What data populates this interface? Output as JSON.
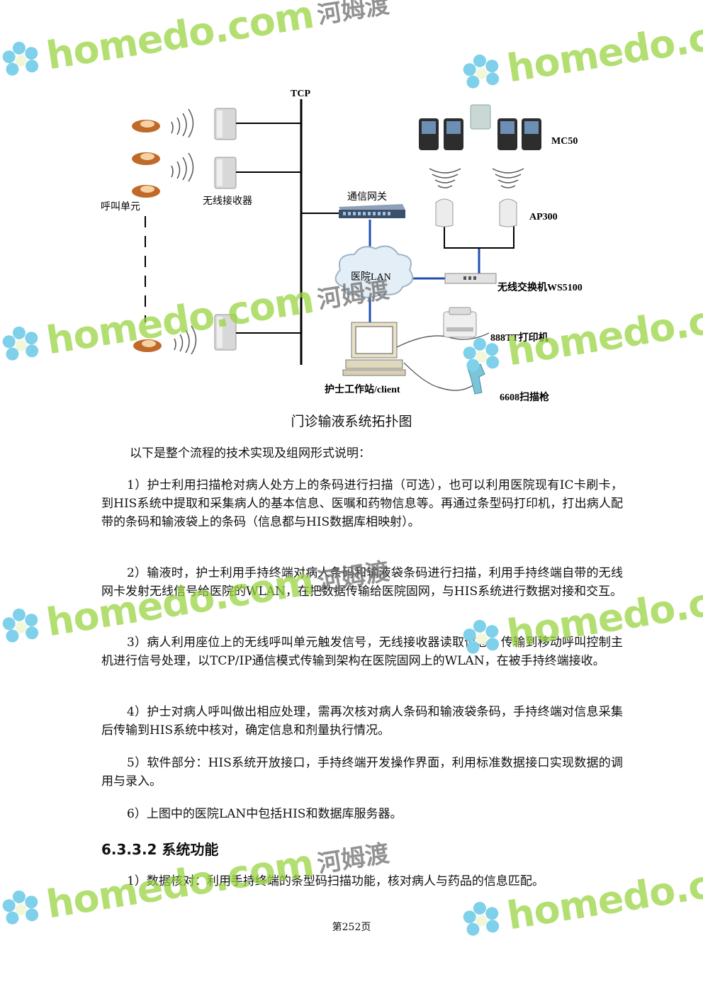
{
  "diagram": {
    "tcp": "TCP",
    "call_unit": "呼叫单元",
    "receiver": "无线接收器",
    "gateway": "通信网关",
    "lan": "医院LAN",
    "mc50": "MC50",
    "ap300": "AP300",
    "switch": "无线交换机WS5100",
    "printer": "888TT打印机",
    "scanner": "6608扫描枪",
    "workstation": "护士工作站/client"
  },
  "caption": "门诊输液系统拓扑图",
  "paragraphs": [
    "以下是整个流程的技术实现及组网形式说明：",
    "1）护士利用扫描枪对病人处方上的条码进行扫描（可选），也可以利用医院现有IC卡刷卡，到HIS系统中提取和采集病人的基本信息、医嘱和药物信息等。再通过条型码打印机，打出病人配带的条码和输液袋上的条码（信息都与HIS数据库相映射）。",
    "2）输液时，护士利用手持终端对病人条码和输液袋条码进行扫描，利用手持终端自带的无线网卡发射无线信号给医院的WLAN，在把数据传输给医院固网，与HIS系统进行数据对接和交互。",
    "3）病人利用座位上的无线呼叫单元触发信号，无线接收器读取信息，传输到移动呼叫控制主机进行信号处理，以TCP/IP通信模式传输到架构在医院固网上的WLAN，在被手持终端接收。",
    "4）护士对病人呼叫做出相应处理，需再次核对病人条码和输液袋条码，手持终端对信息采集后传输到HIS系统中核对，确定信息和剂量执行情况。",
    "5）软件部分：HIS系统开放接口，手持终端开发操作界面，利用标准数据接口实现数据的调用与录入。",
    "6）上图中的医院LAN中包括HIS和数据库服务器。"
  ],
  "heading": "6.3.3.2 系统功能",
  "last_paragraph": "1）数据核对：利用手持终端的条型码扫描功能，核对病人与药品的信息匹配。",
  "footer": "第252页",
  "watermark": {
    "text": "homedo.com",
    "cn": "河姆渡",
    "color": "#96d23c"
  }
}
